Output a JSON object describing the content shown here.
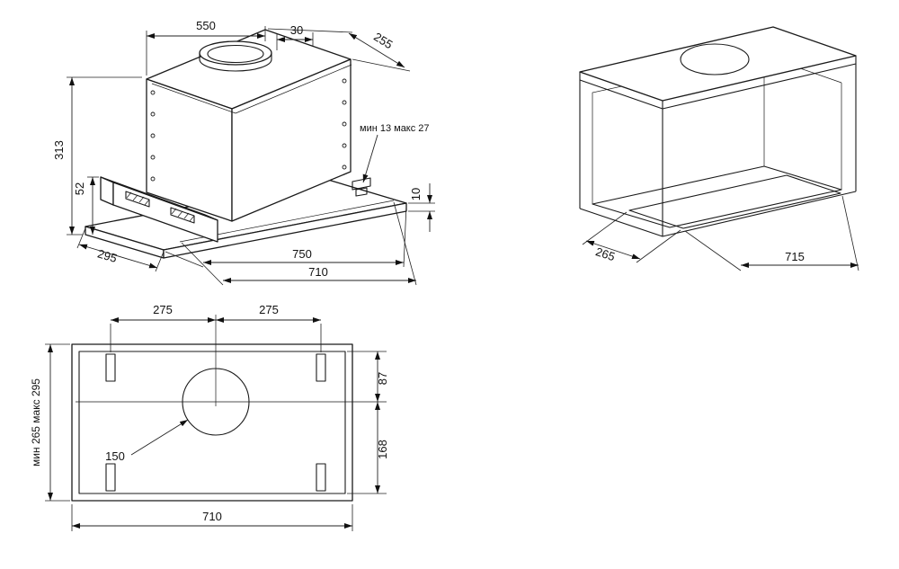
{
  "drawing": {
    "background": "#ffffff",
    "line_color": "#1a1a1a",
    "hood_iso": {
      "width": "550",
      "duct_to_back": "30",
      "depth": "255",
      "height": "313",
      "panel_height": "52",
      "frame_depth": "295",
      "frame_width_outer": "750",
      "frame_width_inner": "710",
      "lip_height": "10",
      "gap_note": "мин 13 макс 27"
    },
    "cabinet_iso": {
      "cutout_depth": "265",
      "cutout_width": "715"
    },
    "plan": {
      "left_to_center": "275",
      "center_to_right": "275",
      "duct_from_front": "87",
      "duct_from_back": "168",
      "duct_diameter": "150",
      "width": "710",
      "depth_range": "мин 265 макс 295"
    }
  }
}
